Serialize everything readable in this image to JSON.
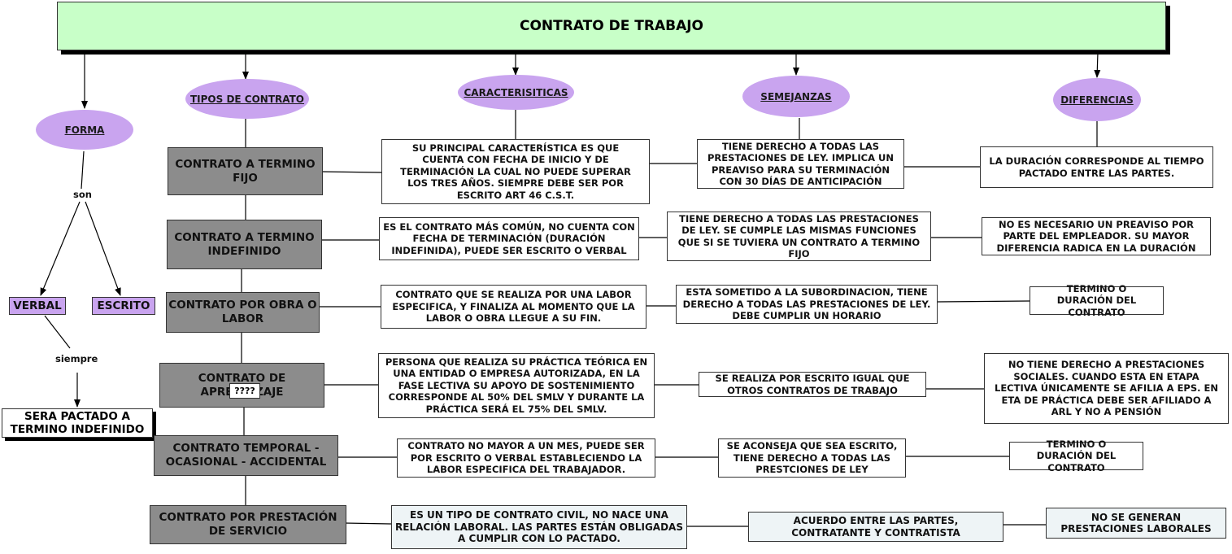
{
  "title": "CONTRATO DE TRABAJO",
  "headers": {
    "forma": "FORMA",
    "tipos": "TIPOS DE CONTRATO",
    "caracteristicas": "CARACTERISITICAS",
    "semejanzas": "SEMEJANZAS",
    "diferencias": "DIFERENCIAS"
  },
  "forma_branch": {
    "son": "son",
    "verbal": "VERBAL",
    "escrito": "ESCRITO",
    "siempre": "siempre",
    "result": "SERA PACTADO A TERMINO INDEFINIDO"
  },
  "overlay": "????",
  "rows": [
    {
      "tipo": "CONTRATO A TERMINO FIJO",
      "caracteristica": "SU PRINCIPAL CARACTERÍSTICA ES QUE CUENTA CON FECHA DE INICIO Y DE TERMINACIÓN LA CUAL NO PUEDE SUPERAR LOS TRES AÑOS. SIEMPRE DEBE SER POR ESCRITO ART 46 C.S.T.",
      "semejanza": "TIENE DERECHO A TODAS LAS PRESTACIONES DE LEY. IMPLICA UN PREAVISO PARA SU TERMINACIÓN CON 30 DÍAS DE ANTICIPACIÓN",
      "diferencia": "LA DURACIÓN CORRESPONDE AL TIEMPO PACTADO ENTRE LAS PARTES."
    },
    {
      "tipo": "CONTRATO A TERMINO INDEFINIDO",
      "caracteristica": "ES EL CONTRATO MÁS COMÚN, NO CUENTA CON FECHA DE TERMINACIÓN (DURACIÓN INDEFINIDA), PUEDE SER ESCRITO O VERBAL",
      "semejanza": "TIENE DERECHO A TODAS LAS PRESTACIONES DE LEY. SE CUMPLE LAS MISMAS FUNCIONES QUE SI SE TUVIERA UN CONTRATO A TERMINO FIJO",
      "diferencia": "NO ES NECESARIO UN PREAVISO POR PARTE DEL EMPLEADOR. SU MAYOR DIFERENCIA RADICA EN LA DURACIÓN"
    },
    {
      "tipo": "CONTRATO POR OBRA O LABOR",
      "caracteristica": "CONTRATO QUE SE REALIZA POR UNA LABOR ESPECIFICA, Y FINALIZA AL MOMENTO QUE LA LABOR O OBRA LLEGUE A SU FIN.",
      "semejanza": "ESTA SOMETIDO A LA SUBORDINACION, TIENE DERECHO A TODAS LAS PRESTACIONES DE LEY. DEBE CUMPLIR UN HORARIO",
      "diferencia": "TERMINO O DURACIÓN DEL CONTRATO"
    },
    {
      "tipo": "CONTRATO DE APRENDIZAJE",
      "caracteristica": "PERSONA QUE REALIZA SU PRÁCTICA TEÓRICA EN UNA ENTIDAD O EMPRESA AUTORIZADA, EN LA FASE LECTIVA SU APOYO DE SOSTENIMIENTO CORRESPONDE AL 50% DEL SMLV Y DURANTE LA PRÁCTICA SERÁ EL 75% DEL SMLV.",
      "semejanza": "SE REALIZA POR ESCRITO IGUAL QUE OTROS CONTRATOS DE TRABAJO",
      "diferencia": "NO TIENE DERECHO A PRESTACIONES SOCIALES. CUANDO ESTA EN ETAPA LECTIVA ÚNICAMENTE SE AFILIA A EPS. EN ETA DE PRÁCTICA DEBE SER AFILIADO A ARL Y NO A PENSIÓN"
    },
    {
      "tipo": "CONTRATO TEMPORAL - OCASIONAL - ACCIDENTAL",
      "caracteristica": "CONTRATO NO MAYOR A UN MES, PUEDE SER POR ESCRITO O VERBAL ESTABLECIENDO LA LABOR ESPECIFICA DEL TRABAJADOR.",
      "semejanza": "SE ACONSEJA QUE SEA ESCRITO, TIENE DERECHO A TODAS LAS PRESTCIONES DE LEY",
      "diferencia": "TERMINO O DURACIÓN DEL CONTRATO"
    },
    {
      "tipo": "CONTRATO POR PRESTACIÓN DE SERVICIO",
      "caracteristica": "ES UN TIPO DE CONTRATO CIVIL, NO NACE UNA RELACIÓN LABORAL. LAS PARTES ESTÁN OBLIGADAS A CUMPLIR CON LO PACTADO.",
      "semejanza": "ACUERDO ENTRE LAS PARTES, CONTRATANTE Y CONTRATISTA",
      "diferencia": "NO SE GENERAN PRESTACIONES LABORALES"
    }
  ]
}
